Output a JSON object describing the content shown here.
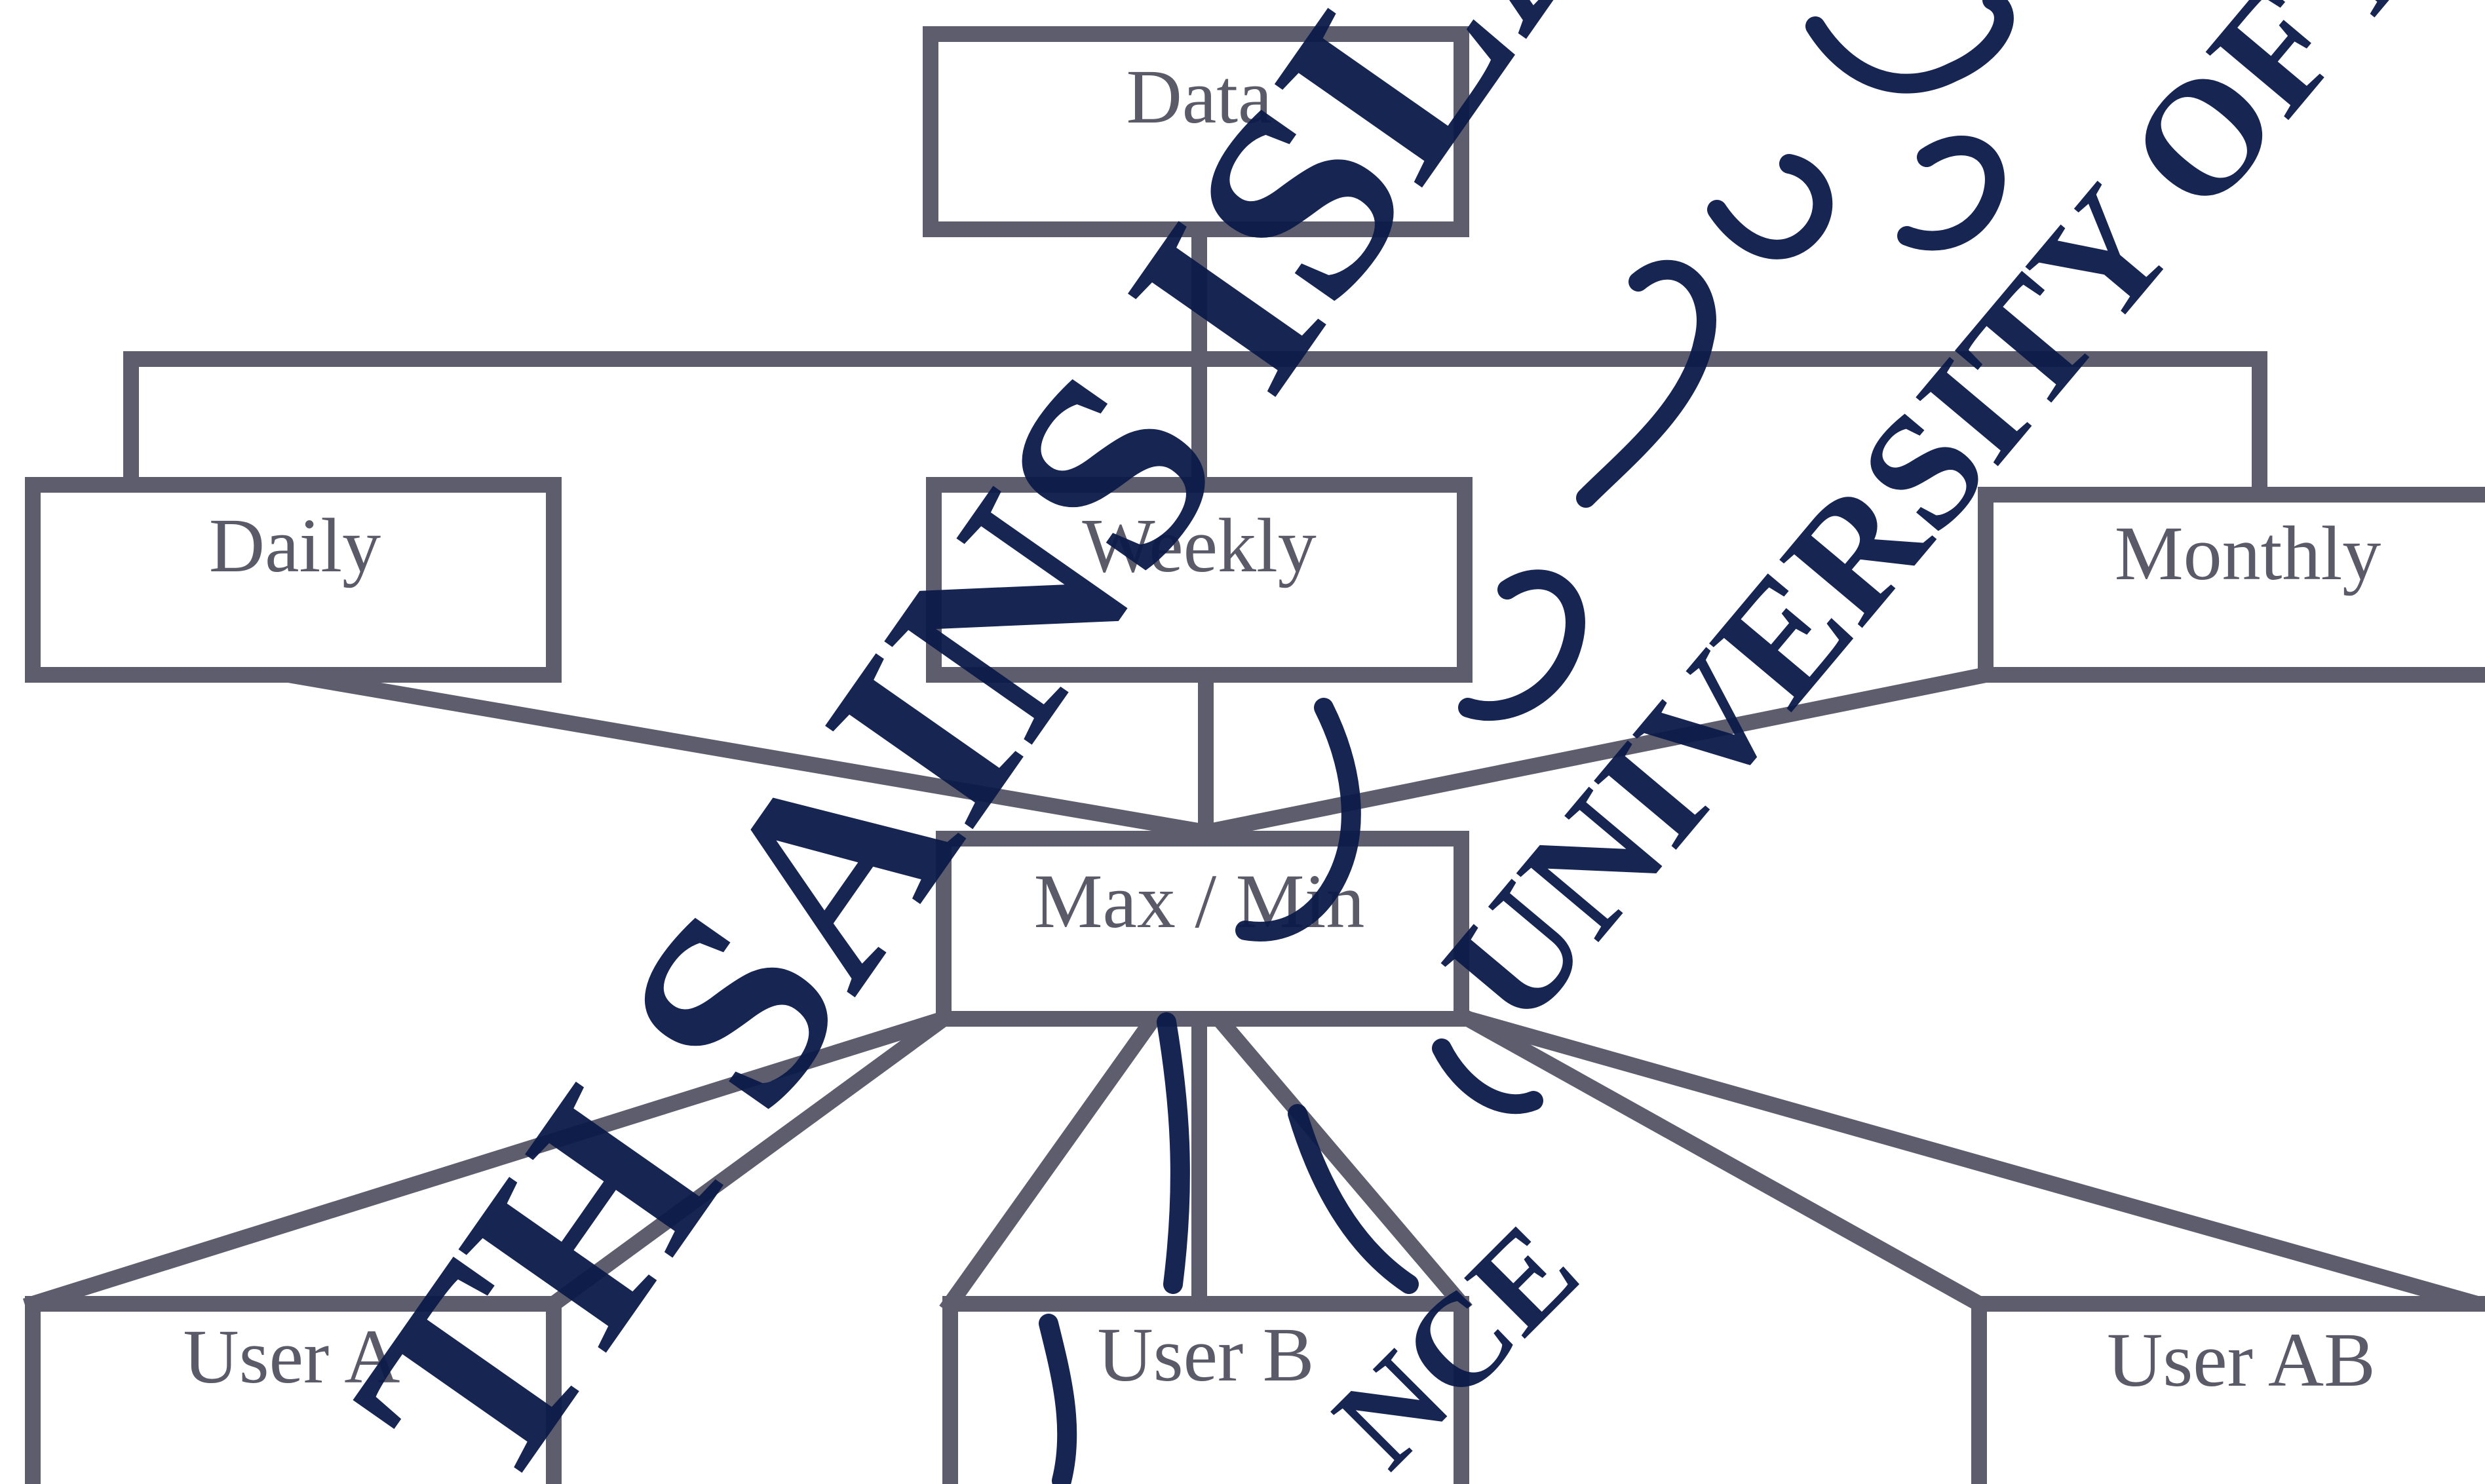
{
  "nodes": {
    "data": "Data",
    "daily": "Daily",
    "weekly": "Weekly",
    "monthly": "Monthly",
    "maxmin": "Max / Min",
    "user_a": "User A",
    "user_b": "User B",
    "user_ab": "User AB"
  },
  "watermark": {
    "arc_left": "TH SAINS ISLAM",
    "arc_right": "UNIVERSITY OF MALA",
    "arc_bottom": "NCE",
    "color": "#0b1a4a"
  },
  "colors": {
    "line": "#5e5d6e",
    "text": "#5b5a69",
    "background": "#ffffff"
  }
}
